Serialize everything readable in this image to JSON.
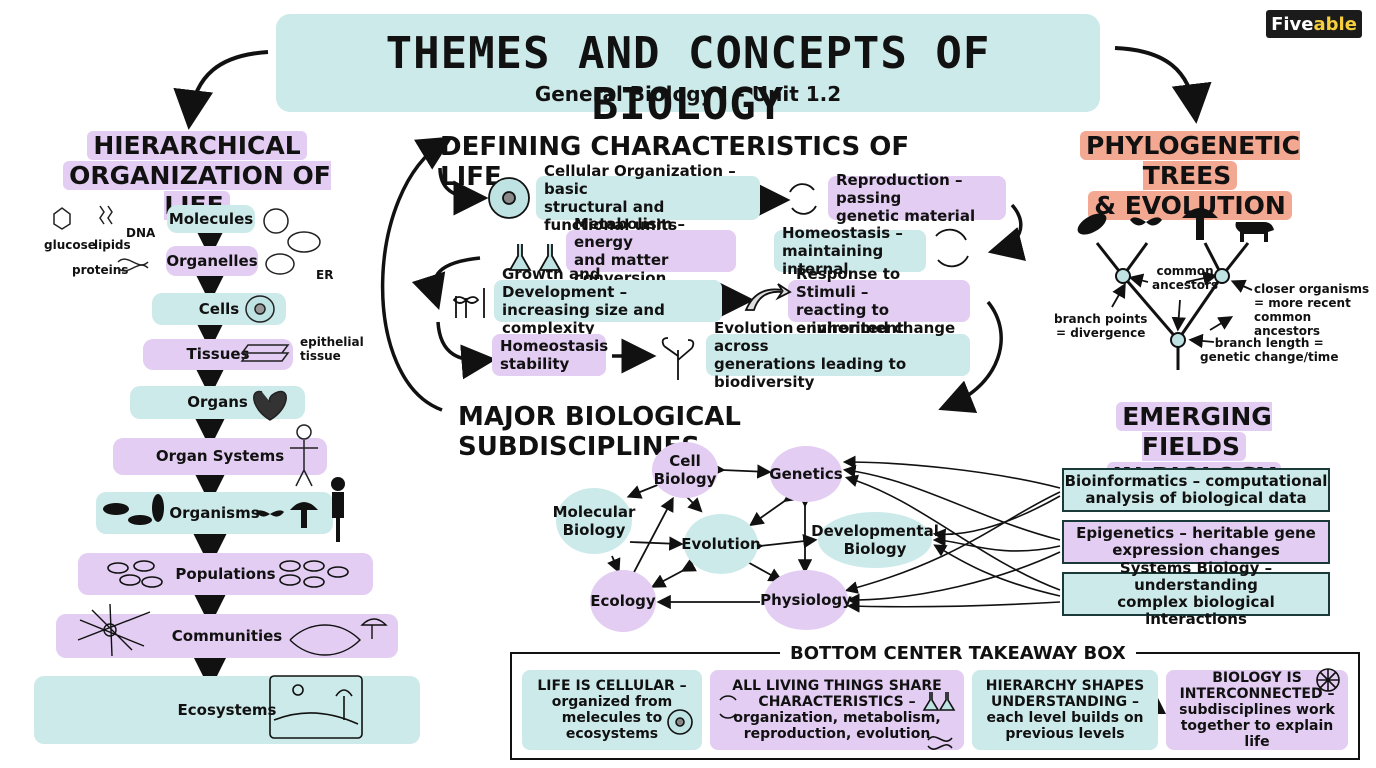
{
  "logo": {
    "text_a": "Five",
    "text_b": "able"
  },
  "header": {
    "title": "THEMES AND CONCEPTS OF BIOLOGY",
    "subtitle": "General Biology I – Unit 1.2"
  },
  "hierarchy": {
    "title_l1": "HIERARCHICAL",
    "title_l2": "ORGANIZATION OF LIFE",
    "levels": [
      "Molecules",
      "Organelles",
      "Cells",
      "Tissues",
      "Organs",
      "Organ Systems",
      "Organisms",
      "Populations",
      "Communities",
      "Ecosystems"
    ],
    "molecule_labels": {
      "glucose": "glucose",
      "lipids": "lipids",
      "dna": "DNA",
      "proteins": "proteins"
    },
    "er_label": "ER",
    "tissue_label_l1": "epithelial",
    "tissue_label_l2": "tissue"
  },
  "characteristics": {
    "title": "DEFINING CHARACTERISTICS OF LIFE",
    "items": [
      {
        "l1": "Cellular Organization – basic",
        "l2": "structural and functional units"
      },
      {
        "l1": "Reproduction – passing",
        "l2": "genetic material"
      },
      {
        "l1": "Metabolism – energy",
        "l2": "and matter conversion"
      },
      {
        "l1": "Homeostasis –",
        "l2": "maintaining internal"
      },
      {
        "l1": "Growth and Development –",
        "l2": "increasing size and complexity"
      },
      {
        "l1": "Response to Stimuli –",
        "l2": "reacting to environment"
      },
      {
        "l1": "Homeostasis",
        "l2": "stability"
      },
      {
        "l1": "Evolution – inherited change across",
        "l2": "generations leading to biodiversity"
      }
    ]
  },
  "phylogeny": {
    "title_l1": "PHYLOGENETIC TREES",
    "title_l2": "& EVOLUTION",
    "common_l1": "common",
    "common_l2": "ancestors",
    "closer_l1": "closer organisms",
    "closer_l2": "= more recent",
    "closer_l3": "common ancestors",
    "branch_l1": "branch points",
    "branch_l2": "= divergence",
    "length_l1": "branch length =",
    "length_l2": "genetic change/time"
  },
  "subdisciplines": {
    "title": "MAJOR BIOLOGICAL SUBDISCIPLINES",
    "nodes": [
      {
        "l1": "Cell",
        "l2": "Biology"
      },
      {
        "l1": "Genetics",
        "l2": ""
      },
      {
        "l1": "Molecular",
        "l2": "Biology"
      },
      {
        "l1": "Evolution",
        "l2": ""
      },
      {
        "l1": "Developmental",
        "l2": "Biology"
      },
      {
        "l1": "Ecology",
        "l2": ""
      },
      {
        "l1": "Physiology",
        "l2": ""
      }
    ]
  },
  "emerging": {
    "title_l1": "EMERGING FIELDS",
    "title_l2": "IN BIOLOGY",
    "items": [
      {
        "l1": "Bioinformatics – computational",
        "l2": "analysis of biological data"
      },
      {
        "l1": "Epigenetics – heritable gene",
        "l2": "expression changes"
      },
      {
        "l1": "Systems Biology – understanding",
        "l2": "complex biological interactions"
      }
    ]
  },
  "takeaway": {
    "title": "BOTTOM CENTER TAKEAWAY BOX",
    "items": [
      {
        "l1": "LIFE IS CELLULAR –",
        "l2": "organized from",
        "l3": "melecules to",
        "l4": "ecosystems"
      },
      {
        "l1": "ALL LIVING THINGS SHARE",
        "l2": "CHARACTERISTICS –",
        "l3": "organization, metabolism,",
        "l4": "reproduction, evolution"
      },
      {
        "l1": "HIERARCHY SHAPES",
        "l2": "UNDERSTANDING –",
        "l3": "each level builds on",
        "l4": "previous levels"
      },
      {
        "l1": "BIOLOGY IS",
        "l2": "INTERCONNECTED –",
        "l3": "subdisciplines work",
        "l4": "together to explain life"
      }
    ]
  }
}
